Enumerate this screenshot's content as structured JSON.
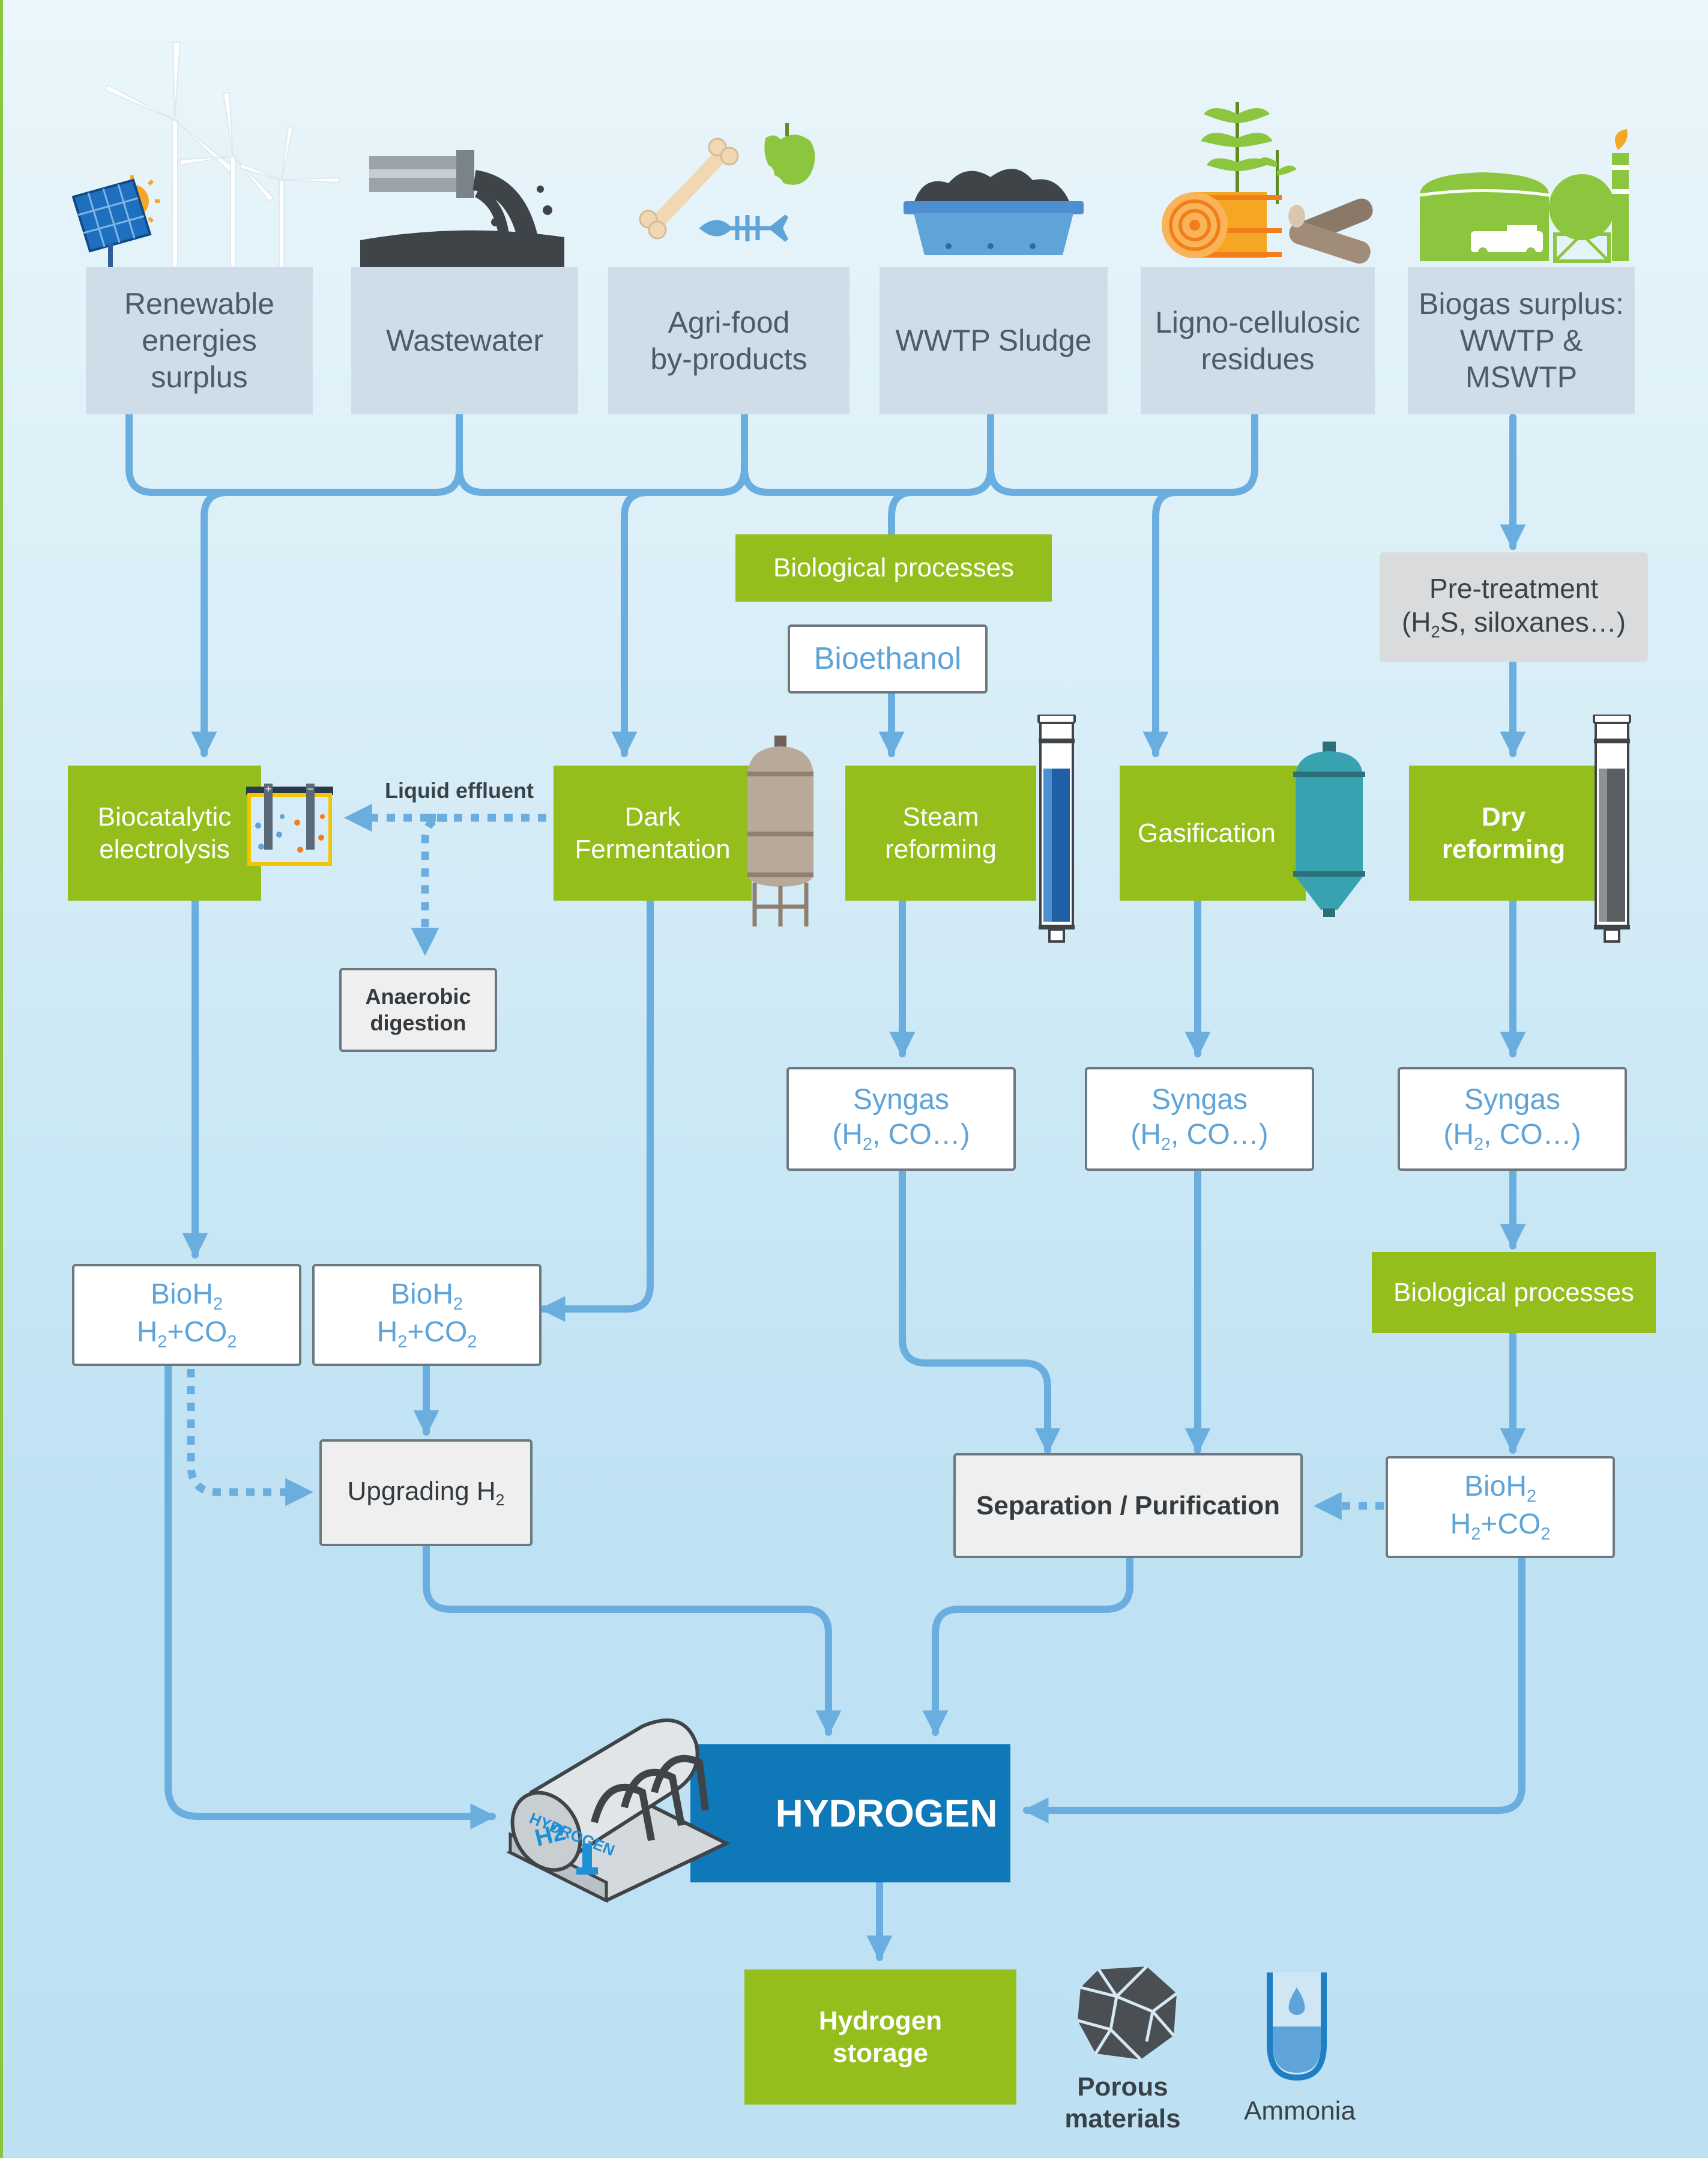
{
  "colors": {
    "arrow": "#6aaee0",
    "source_box": "#cfdde8",
    "green": "#93be1c",
    "hydrogen": "#0e78b9",
    "background_top": "#eaf6fb",
    "background_bottom": "#bde1f3"
  },
  "sources": [
    {
      "lines": [
        "Renewable",
        "energies",
        "surplus"
      ],
      "icon": "wind-solar-icon"
    },
    {
      "lines": [
        "Wastewater"
      ],
      "icon": "wastewater-pipe-icon"
    },
    {
      "lines": [
        "Agri-food",
        "by-products"
      ],
      "icon": "bone-apple-fish-icon"
    },
    {
      "lines": [
        "WWTP Sludge"
      ],
      "icon": "sludge-tank-icon"
    },
    {
      "lines": [
        "Ligno-cellulosic",
        "residues"
      ],
      "icon": "hay-bale-logs-icon"
    },
    {
      "lines": [
        "Biogas surplus:",
        "WWTP &",
        "MSWTP"
      ],
      "icon": "biogas-plant-icon"
    }
  ],
  "biological_processes_top": "Biological processes",
  "bioethanol": "Bioethanol",
  "pretreatment": {
    "line1": "Pre-treatment",
    "pre": "(H",
    "sub": "2",
    "post": "S, siloxanes…)"
  },
  "processes": {
    "biocatalytic": [
      "Biocatalytic",
      "electrolysis"
    ],
    "dark_fermentation": [
      "Dark",
      "Fermentation"
    ],
    "steam_reforming": [
      "Steam",
      "reforming"
    ],
    "gasification": [
      "Gasification"
    ],
    "dry_reforming": [
      "Dry",
      "reforming"
    ]
  },
  "liquid_effluent": "Liquid effluent",
  "anaerobic_digestion": [
    "Anaerobic",
    "digestion"
  ],
  "syngas": {
    "title": "Syngas",
    "pre": "(H",
    "sub": "2",
    "post": ", CO…)"
  },
  "biological_processes_right": "Biological processes",
  "bioh2": {
    "title": "BioH",
    "title_sub": "2",
    "h": "H",
    "h_sub": "2",
    "plus_co": "+CO",
    "co_sub": "2"
  },
  "upgrading": {
    "text": "Upgrading H",
    "sub": "2"
  },
  "separation": "Separation / Purification",
  "hydrogen": "HYDROGEN",
  "tank_label_1": "HYDROGEN",
  "tank_label_2": "H2",
  "storage": [
    "Hydrogen",
    "storage"
  ],
  "porous": [
    "Porous",
    "materials"
  ],
  "ammonia": "Ammonia"
}
